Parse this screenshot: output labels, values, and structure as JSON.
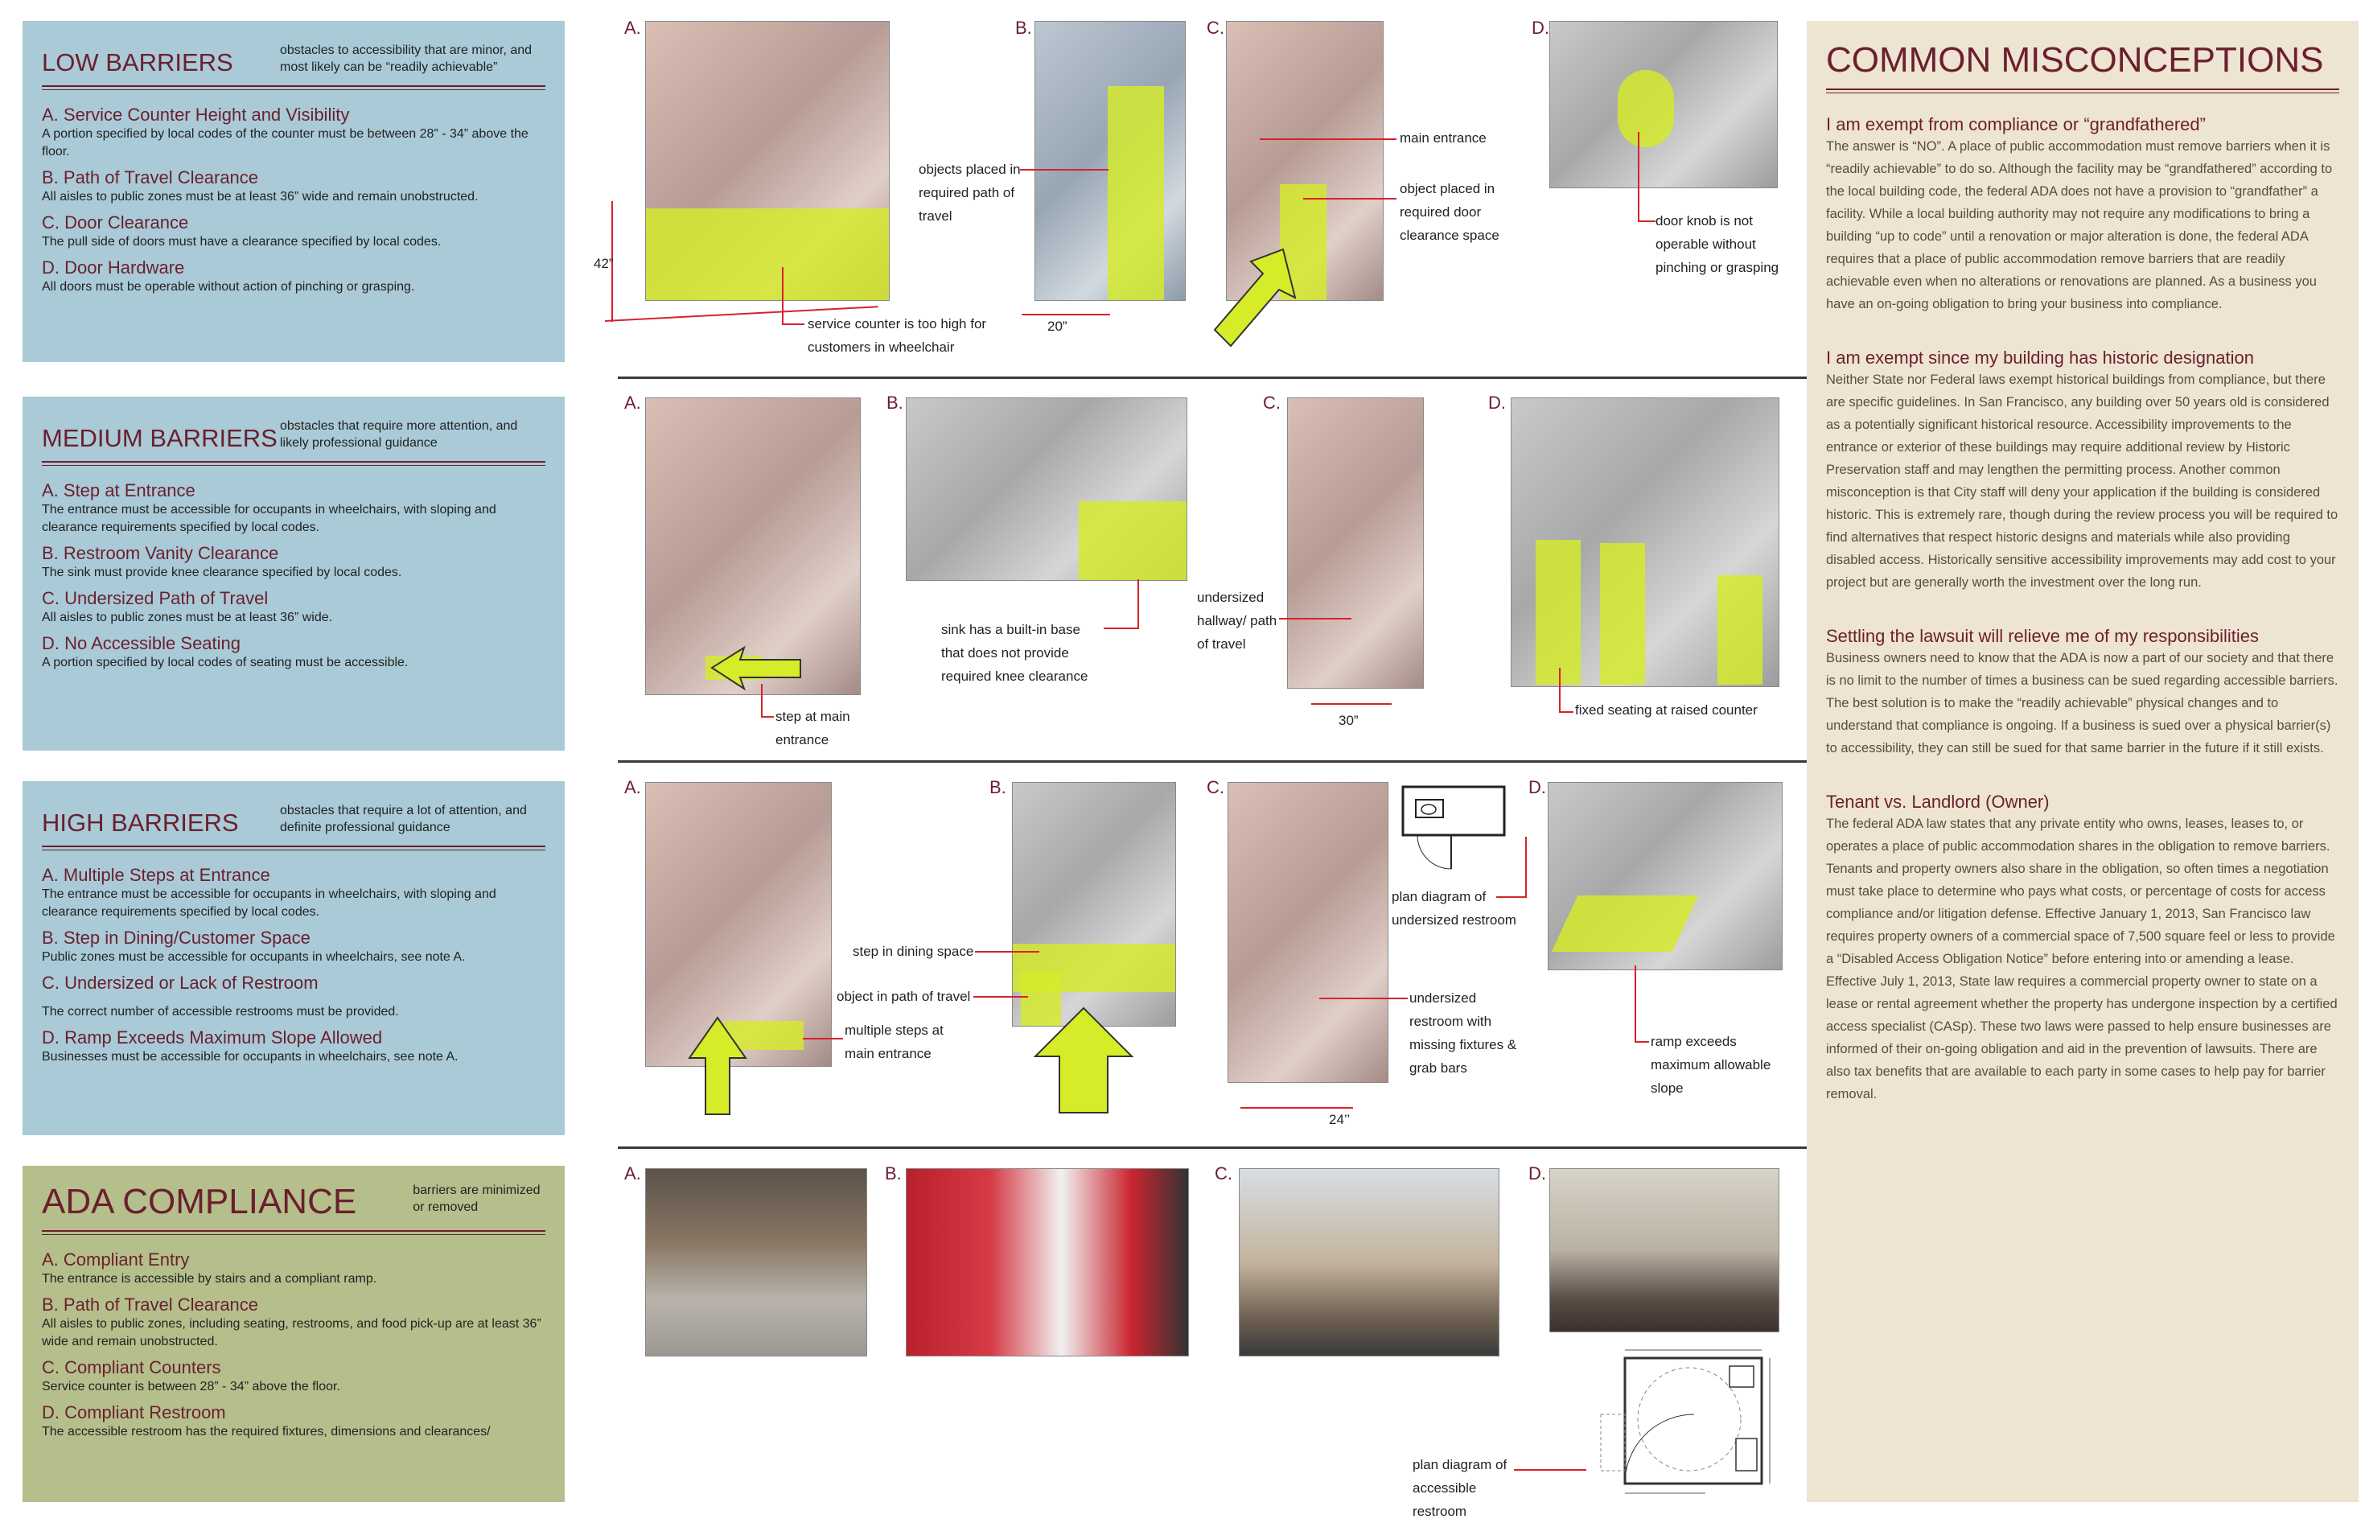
{
  "panels": [
    {
      "title": "LOW BARRIERS",
      "desc": "obstacles to accessibility that are minor, and most likely can be “readily achievable”",
      "items": [
        {
          "h": "A. Service Counter Height and Visibility",
          "t": "A portion specified by local codes of the counter must be between 28” - 34” above the floor."
        },
        {
          "h": "B. Path of Travel Clearance",
          "t": "All aisles to public zones must be at least 36” wide and remain unobstructed."
        },
        {
          "h": "C. Door Clearance",
          "t": "The pull side of doors must have a clearance specified by local codes."
        },
        {
          "h": "D. Door Hardware",
          "t": "All doors must be operable without action of pinching or grasping."
        }
      ]
    },
    {
      "title": "MEDIUM BARRIERS",
      "desc": "obstacles that require more attention, and likely professional guidance",
      "items": [
        {
          "h": "A. Step at Entrance",
          "t": "The entrance must be accessible for occupants in wheelchairs, with sloping and clearance requirements specified by local codes."
        },
        {
          "h": "B. Restroom Vanity Clearance",
          "t": "The sink must provide knee clearance specified by local codes."
        },
        {
          "h": "C. Undersized Path of Travel",
          "t": "All aisles to public zones must be at least 36” wide."
        },
        {
          "h": "D. No Accessible Seating",
          "t": "A portion specified by local codes of seating must be accessible."
        }
      ]
    },
    {
      "title": "HIGH BARRIERS",
      "desc": "obstacles that require a lot of attention, and definite professional guidance",
      "items": [
        {
          "h": "A. Multiple Steps at Entrance",
          "t": "The entrance must be accessible for occupants in wheelchairs, with sloping and clearance requirements specified by local codes."
        },
        {
          "h": "B. Step in Dining/Customer Space",
          "t": "Public zones must be accessible for occupants in wheelchairs, see note A."
        },
        {
          "h": "C. Undersized or Lack of Restroom",
          "t": "The correct number of accessible restrooms must be provided."
        },
        {
          "h": "D. Ramp Exceeds Maximum Slope Allowed",
          "t": "Businesses must be accessible for occupants in wheelchairs, see note A."
        }
      ]
    },
    {
      "title": "ADA COMPLIANCE",
      "desc": "barriers are minimized or removed",
      "items": [
        {
          "h": "A. Compliant Entry",
          "t": "The entrance is accessible by  stairs and a compliant ramp."
        },
        {
          "h": "B. Path of Travel Clearance",
          "t": "All aisles to public zones, including seating, restrooms, and food pick-up are at least 36” wide and remain unobstructed."
        },
        {
          "h": "C. Compliant Counters",
          "t": "Service counter is between 28” - 34” above the floor."
        },
        {
          "h": "D. Compliant Restroom",
          "t": "The accessible restroom has the required fixtures, dimensions and clearances/"
        }
      ]
    }
  ],
  "letters": {
    "a": "A.",
    "b": "B.",
    "c": "C.",
    "d": "D."
  },
  "callouts": {
    "r1_counter": "service counter is too high for customers in wheelchair",
    "r1_42": "42”",
    "r1_objects": "objects placed in required path of travel",
    "r1_20": "20”",
    "r1_main_entrance": "main entrance",
    "r1_object_door": "object placed in required door clearance space",
    "r1_knob": "door knob is not operable without pinching or grasping",
    "r2_step": "step at main entrance",
    "r2_sink": "sink has a built-in base that does not provide required knee clearance",
    "r2_hallway": "undersized hallway/ path of travel",
    "r2_30": "30”",
    "r2_seating": "fixed seating at raised counter",
    "r3_steps": "multiple steps at main entrance",
    "r3_step_dining": "step in dining space",
    "r3_object_path": "object in path of travel",
    "r3_plan": "plan diagram of undersized restroom",
    "r3_restroom": "undersized restroom with missing fixtures & grab bars",
    "r3_24": "24’’",
    "r3_ramp": "ramp exceeds maximum allowable slope",
    "r4_plan": "plan diagram of accessible restroom"
  },
  "right": {
    "title": "COMMON MISCONCEPTIONS",
    "sections": [
      {
        "h": "I am exempt from compliance or “grandfathered”",
        "t": "The answer is “NO”. A place of public accommodation must remove barriers when it is “readily achievable” to do so. Although the facility may be “grandfathered” according to the local building code, the federal ADA does not have a provision to “grandfather” a facility. While a local building authority may not require any modifications to bring a building “up to code” until a renovation or major alteration is done, the federal ADA requires that a place of public accommodation remove barriers that are readily achievable even when no alterations or renovations are planned. As a business you have an on-going obligation to bring your business into compliance."
      },
      {
        "h": "I am exempt since my building has historic designation",
        "t": "Neither State nor Federal laws exempt historical buildings from compliance, but there are specific guidelines. In San Francisco, any building over 50 years old is considered as a potentially significant historical resource. Accessibility improvements to the entrance or exterior of these buildings may require additional review by Historic Preservation staff and may lengthen the permitting process. Another common misconception is that City staff will deny your application if the building is considered historic. This is extremely rare, though during the review process you will be required to find alternatives that respect historic designs and materials while also providing disabled access. Historically sensitive accessibility improvements may add cost to your project but are generally worth the investment over the long run."
      },
      {
        "h": "Settling the lawsuit will relieve me of my responsibilities",
        "t": "Business owners need to know that the ADA is now a part of our society and that there is no limit to the number of times a business can be sued regarding accessible barriers.  The best solution is to make the “readily achievable” physical changes and to understand that compliance is ongoing. If a business is sued over a physical barrier(s) to accessibility, they can still be sued for that same barrier in the future if it still exists."
      },
      {
        "h": "Tenant vs. Landlord (Owner)",
        "t": "The federal ADA law states that any private entity who owns, leases, leases to, or operates a place of public accommodation shares in the obligation to remove barriers. Tenants and property owners also share in the obligation, so often times a negotiation must take place to determine who pays what costs, or percentage of costs for access compliance and/or litigation defense. Effective January 1, 2013, San Francisco law requires property owners of a commercial space of 7,500 square feel or less to provide a “Disabled Access Obligation Notice” before entering into or amending a lease. Effective July 1, 2013, State law requires a commercial property owner to state on a lease or rental agreement whether the property has undergone inspection by a certified access specialist (CASp).  These two laws were passed to help ensure businesses are informed of their on-going obligation and aid in the prevention of lawsuits. There are also tax benefits that are available to each party in some cases to help pay for barrier removal."
      }
    ]
  },
  "colors": {
    "maroon": "#6b1f2e",
    "blue_panel": "#a9cad6",
    "green_panel": "#b4bf8c",
    "highlight": "#d6ec28",
    "callout_red": "#d8222a",
    "right_bg": "#eee4d2"
  }
}
